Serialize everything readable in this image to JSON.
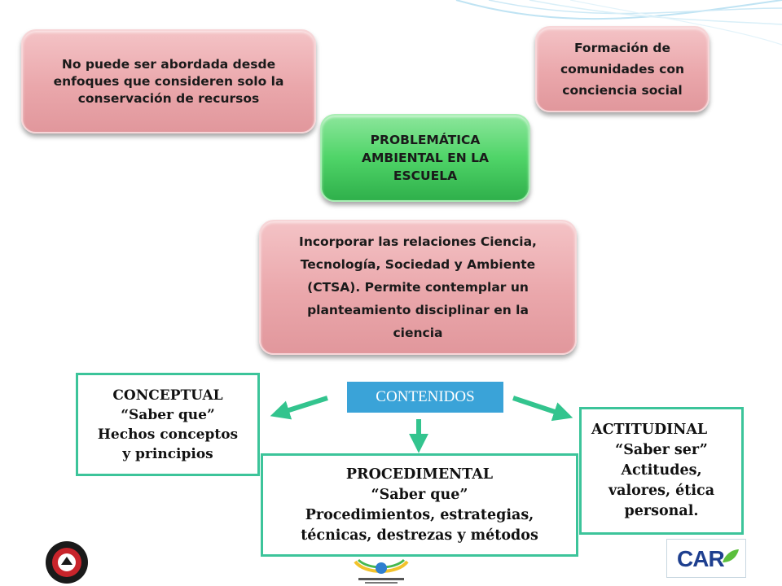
{
  "nodes": {
    "left_pill": {
      "lines": [
        "No puede ser abordada desde",
        "enfoques que consideren solo la",
        "conservación de recursos"
      ]
    },
    "right_pill": {
      "lines": [
        "Formación de",
        "comunidades con",
        "conciencia social"
      ]
    },
    "center_pill": {
      "lines": [
        "PROBLEMÁTICA",
        "AMBIENTAL EN LA",
        "ESCUELA"
      ]
    },
    "ctsa_pill": {
      "lines": [
        "Incorporar las relaciones Ciencia,",
        "Tecnología, Sociedad y Ambiente",
        "(CTSA). Permite contemplar un",
        "planteamiento disciplinar en la",
        "ciencia"
      ]
    },
    "contenidos": "CONTENIDOS",
    "conceptual": {
      "lines": [
        "CONCEPTUAL",
        "“Saber que”",
        "Hechos conceptos",
        "y principios"
      ]
    },
    "procedimental": {
      "lines": [
        "PROCEDIMENTAL",
        "“Saber que”",
        "Procedimientos, estrategias,",
        "técnicas, destrezas y métodos"
      ]
    },
    "actitudinal": {
      "lines": [
        "ACTITUDINAL",
        "“Saber ser”",
        "Actitudes,",
        "valores, ética",
        "personal."
      ]
    }
  },
  "logos": {
    "car_text": "CAR"
  },
  "colors": {
    "pink_pill": "#eaa7ab",
    "green_pill": "#4fd468",
    "box_border": "#3cc49a",
    "contenidos_bg": "#3aa3d8",
    "arrow": "#33c48e"
  }
}
